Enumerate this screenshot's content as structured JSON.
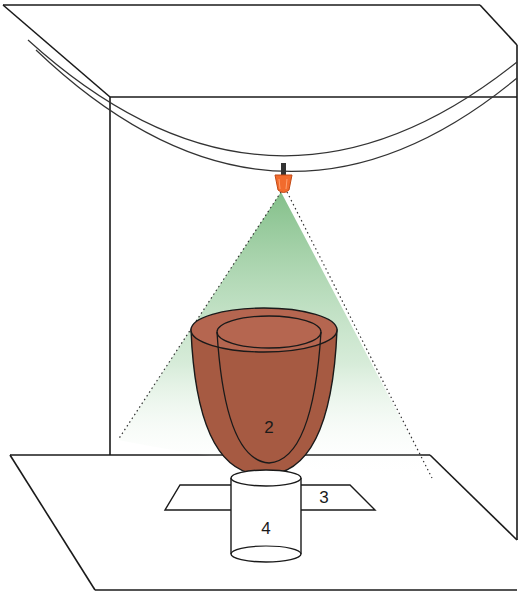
{
  "diagram": {
    "nodes": [
      {
        "text": [
          "2"
        ]
      },
      {
        "text": [
          "4"
        ]
      }
    ],
    "labels": [
      "3"
    ]
  }
}
